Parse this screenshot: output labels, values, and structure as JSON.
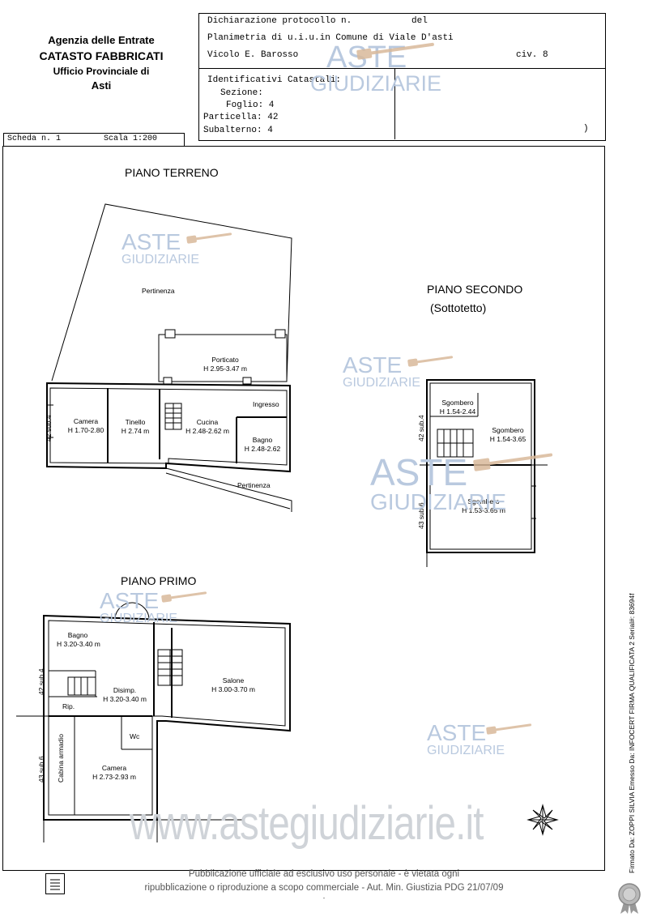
{
  "header": {
    "agency": [
      "Agenzia delle Entrate",
      "CATASTO FABBRICATI",
      "Ufficio Provinciale di",
      "Asti"
    ],
    "dichiarazione": "Dichiarazione protocollo n.",
    "del": "del",
    "planimetria": "Planimetria di u.i.u.in Comune di Viale D'asti",
    "address": "Vicolo E. Barosso",
    "civ": "civ. 8",
    "identificativi": "Identificativi Catastali:",
    "sezione": "Sezione:",
    "foglio": "Foglio: 4",
    "particella": "Particella: 42",
    "subalterno": "Subalterno: 4",
    "paren": ")",
    "scheda": "Scheda n. 1",
    "scala": "Scala 1:200"
  },
  "floors": {
    "terreno": "PIANO TERRENO",
    "secondo": "PIANO SECONDO",
    "sottotetto": "(Sottotetto)",
    "primo": "PIANO PRIMO"
  },
  "rooms": {
    "pertinenza_top": "Pertinenza",
    "porticato": [
      "Porticato",
      "H 2.95-3.47 m"
    ],
    "ingresso": "Ingresso",
    "camera_t": [
      "Camera",
      "H 1.70-2.80"
    ],
    "tinello": [
      "Tinello",
      "H 2.74 m"
    ],
    "cucina": [
      "Cucina",
      "H 2.48-2.62 m"
    ],
    "bagno_t": [
      "Bagno",
      "H 2.48-2.62"
    ],
    "pertinenza_bottom": "Pertinenza",
    "sub_t": "42 sub.4",
    "sgombero1": [
      "Sgombero",
      "H 1.54-2.44"
    ],
    "sgombero2": [
      "Sgombero",
      "H 1.54-3.65"
    ],
    "sgombero3": [
      "Sgombero",
      "H 1.53-3.65 m"
    ],
    "sub_s1": "42 sub.4",
    "sub_s2": "43 sub.6",
    "bagno_p": [
      "Bagno",
      "H 3.20-3.40 m"
    ],
    "disimp": [
      "Disimp.",
      "H 3.20-3.40 m"
    ],
    "rip": "Rip.",
    "salone": [
      "Salone",
      "H 3.00-3.70 m"
    ],
    "wc": "Wc",
    "camera_p": [
      "Camera",
      "H 2.73-2.93 m"
    ],
    "cabina": "Cabina armadio",
    "sub_p1": "42 sub.4",
    "sub_p2": "43 sub.6"
  },
  "watermark": {
    "aste": "ASTE",
    "giudiziarie": "GIUDIZIARIE",
    "website": "www.astegiudiziarie.it"
  },
  "footer": {
    "line1": "Pubblicazione ufficiale ad esclusivo uso personale - è vietata ogni",
    "line2": "ripubblicazione o riproduzione a scopo commerciale - Aut. Min. Giustizia PDG 21/07/09",
    "dash": "-"
  },
  "signature": "Firmato Da: ZOPPI SILVIA Emesso Da: INFOCERT FIRMA QUALIFICATA 2 Serial#: 83694f",
  "colors": {
    "watermark": "#b9c9df",
    "gavel": "#d9b99a",
    "line": "#000000"
  }
}
